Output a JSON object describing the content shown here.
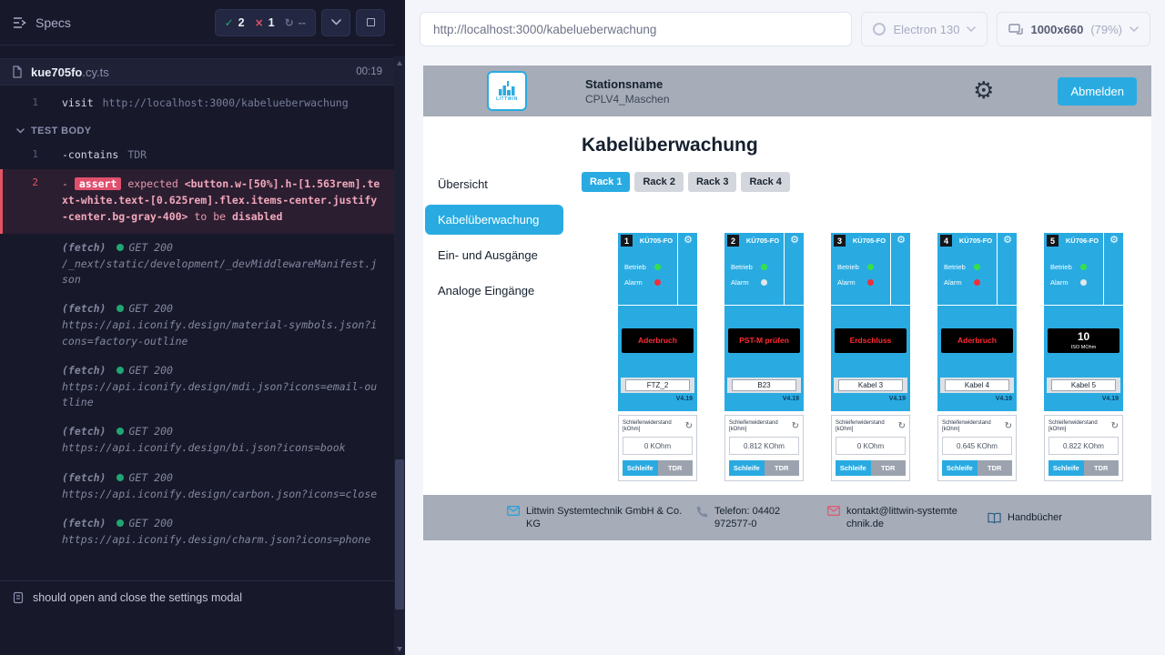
{
  "icons": {
    "check": "✓",
    "cross": "×",
    "pending": "↻",
    "gear": "⚙",
    "refresh": "↻"
  },
  "reporter": {
    "specs_label": "Specs",
    "stats": {
      "passed": "2",
      "failed": "1",
      "pending": "--"
    },
    "spec": {
      "name": "kue705fo",
      "ext": ".cy.ts",
      "duration": "00:19"
    },
    "visit": {
      "num": "1",
      "cmd": "visit",
      "arg": "http://localhost:3000/kabelueberwachung"
    },
    "test_body": "TEST BODY",
    "contains": {
      "num": "1",
      "cmd": "-contains",
      "arg": "TDR"
    },
    "assert": {
      "num": "2",
      "dash": "-",
      "chip": "assert",
      "pre": "expected",
      "target": "<button.w-[50%].h-[1.563rem].text-white.text-[0.625rem].flex.items-center.justify-center.bg-gray-400>",
      "mid": "to be",
      "state": "disabled"
    },
    "fetches": [
      {
        "tag": "(fetch)",
        "status": "GET 200",
        "url": "/_next/static/development/_devMiddlewareManifest.json"
      },
      {
        "tag": "(fetch)",
        "status": "GET 200",
        "url": "https://api.iconify.design/material-symbols.json?icons=factory-outline"
      },
      {
        "tag": "(fetch)",
        "status": "GET 200",
        "url": "https://api.iconify.design/mdi.json?icons=email-outline"
      },
      {
        "tag": "(fetch)",
        "status": "GET 200",
        "url": "https://api.iconify.design/bi.json?icons=book"
      },
      {
        "tag": "(fetch)",
        "status": "GET 200",
        "url": "https://api.iconify.design/carbon.json?icons=close"
      },
      {
        "tag": "(fetch)",
        "status": "GET 200",
        "url": "https://api.iconify.design/charm.json?icons=phone"
      }
    ],
    "next_test": "should open and close the settings modal"
  },
  "browser_bar": {
    "url": "http://localhost:3000/kabelueberwachung",
    "browser": "Electron 130",
    "viewport": "1000x660",
    "zoom": "(79%)"
  },
  "app": {
    "colors": {
      "accent": "#29abe2",
      "alarm_red": "#ef2f3c",
      "ok_green": "#35e04a",
      "header_gray": "#a6acb8"
    },
    "header": {
      "logo_text": "LITTWIN",
      "station_label": "Stationsname",
      "station_value": "CPLV4_Maschen",
      "logout_label": "Abmelden"
    },
    "nav": [
      {
        "label": "Übersicht",
        "active": false
      },
      {
        "label": "Kabelüberwachung",
        "active": true
      },
      {
        "label": "Ein- und Ausgänge",
        "active": false
      },
      {
        "label": "Analoge Eingänge",
        "active": false
      }
    ],
    "page_title": "Kabelüberwachung",
    "racks": [
      {
        "label": "Rack 1",
        "active": true
      },
      {
        "label": "Rack 2",
        "active": false
      },
      {
        "label": "Rack 3",
        "active": false
      },
      {
        "label": "Rack 4",
        "active": false
      }
    ],
    "card_static": {
      "betrieb": "Betrieb",
      "alarm": "Alarm",
      "resistance_label": "Schleifenwiderstand [kOhm]",
      "loop_btn": "Schleife",
      "tdr_btn": "TDR"
    },
    "cards": [
      {
        "num": "1",
        "model": "KÜ705-FO",
        "betrieb_on": true,
        "alarm_on": true,
        "status": "Aderbruch",
        "status_type": "alarm",
        "cable": "FTZ_2",
        "version": "V4.19",
        "resistance": "0 KOhm"
      },
      {
        "num": "2",
        "model": "KÜ705-FO",
        "betrieb_on": true,
        "alarm_on": false,
        "status": "PST-M prüfen",
        "status_type": "alarm",
        "cable": "B23",
        "version": "V4.19",
        "resistance": "0.812 KOhm"
      },
      {
        "num": "3",
        "model": "KÜ705-FO",
        "betrieb_on": true,
        "alarm_on": true,
        "status": "Erdschluss",
        "status_type": "alarm",
        "cable": "Kabel 3",
        "version": "V4.19",
        "resistance": "0 KOhm"
      },
      {
        "num": "4",
        "model": "KÜ705-FO",
        "betrieb_on": true,
        "alarm_on": true,
        "status": "Aderbruch",
        "status_type": "alarm",
        "cable": "Kabel 4",
        "version": "V4.19",
        "resistance": "0.645 KOhm"
      },
      {
        "num": "5",
        "model": "KÜ706-FO",
        "betrieb_on": true,
        "alarm_on": false,
        "status": "10",
        "status_sub": "ISO MOhm",
        "status_type": "value",
        "cable": "Kabel 5",
        "version": "V4.19",
        "resistance": "0.822 KOhm"
      }
    ],
    "footer": {
      "company": "Littwin Systemtechnik GmbH & Co. KG",
      "phone": "Telefon: 04402 972577-0",
      "email": "kontakt@littwin-systemtechnik.de",
      "manuals": "Handbücher"
    }
  }
}
